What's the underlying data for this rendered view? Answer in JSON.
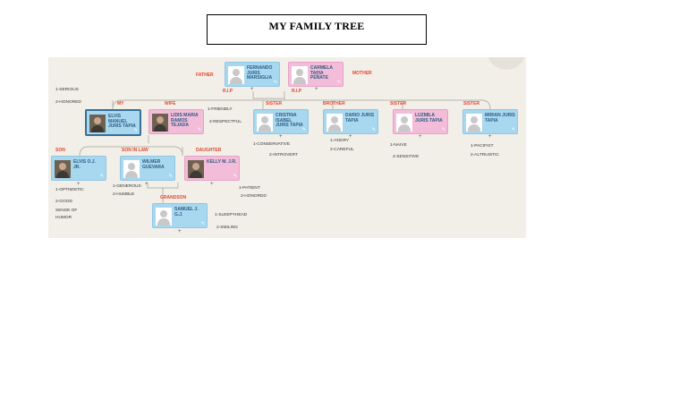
{
  "title": "MY FAMILY TREE",
  "colors": {
    "male": "#a8d8ef",
    "female": "#f3bcd9",
    "relation": "#e2452e",
    "name_text": "#2b5c82"
  },
  "people": {
    "father": {
      "name": "FERNANDO JURIS MARSIGLIA",
      "relation": "FATHER",
      "status": "R.I.P"
    },
    "mother": {
      "name": "CARMELA TAPIA PEÑATE",
      "relation": "MOTHER",
      "status": "R.I.P"
    },
    "me": {
      "name": "ELVIS MANUEL JURIS TAPIA",
      "relation": "MY"
    },
    "wife": {
      "name": "LIDIS MARIA RAMOS TEJADA",
      "relation": "WIFE"
    },
    "sister1": {
      "name": "CRISTINA ISABEL JURIS TAPIA",
      "relation": "SISTER"
    },
    "brother": {
      "name": "DARIO JURIS TAPIA",
      "relation": "BROTHER"
    },
    "sister2": {
      "name": "LUZMILA JURIS TAPIA",
      "relation": "SISTER"
    },
    "sister3": {
      "name": "MIRIAN JURIS TAPIA",
      "relation": "SISTER"
    },
    "son": {
      "name": "ELVIS O.J. JR.",
      "relation": "SON"
    },
    "son_in_law": {
      "name": "WILMER GUEVARA",
      "relation": "SON IN LAW"
    },
    "daughter": {
      "name": "KELLY M. J.R.",
      "relation": "DAUGHTER"
    },
    "grandson": {
      "name": "SAMUEL J. G.J.",
      "relation": "GRANDSON"
    }
  },
  "notes": {
    "me": [
      "1-SERIOUS",
      "2-HONORED"
    ],
    "wife": [
      "1-FRIENDLY",
      "2-RESPECTFUL"
    ],
    "sister1": [
      "1-CONSERVATIVE",
      "2-INTROVERT"
    ],
    "brother": [
      "1-ANGRY",
      "2-CAREFUL"
    ],
    "sister2": [
      "1-NAIVE",
      "2-SENSITIVE"
    ],
    "sister3": [
      "1-PACIFIST",
      "2-ALTRUISTIC"
    ],
    "son": [
      "1-OPTIMISTIC",
      "2-GOOD",
      "SENSE OF",
      "HUMOR"
    ],
    "son_in_law": [
      "1-GENEROUS",
      "2-HUMBLE"
    ],
    "daughter": [
      "1-PATIENT",
      "2-HONORED"
    ],
    "grandson": [
      "1-SLEEPYHEAD",
      "2-SMILING"
    ]
  }
}
